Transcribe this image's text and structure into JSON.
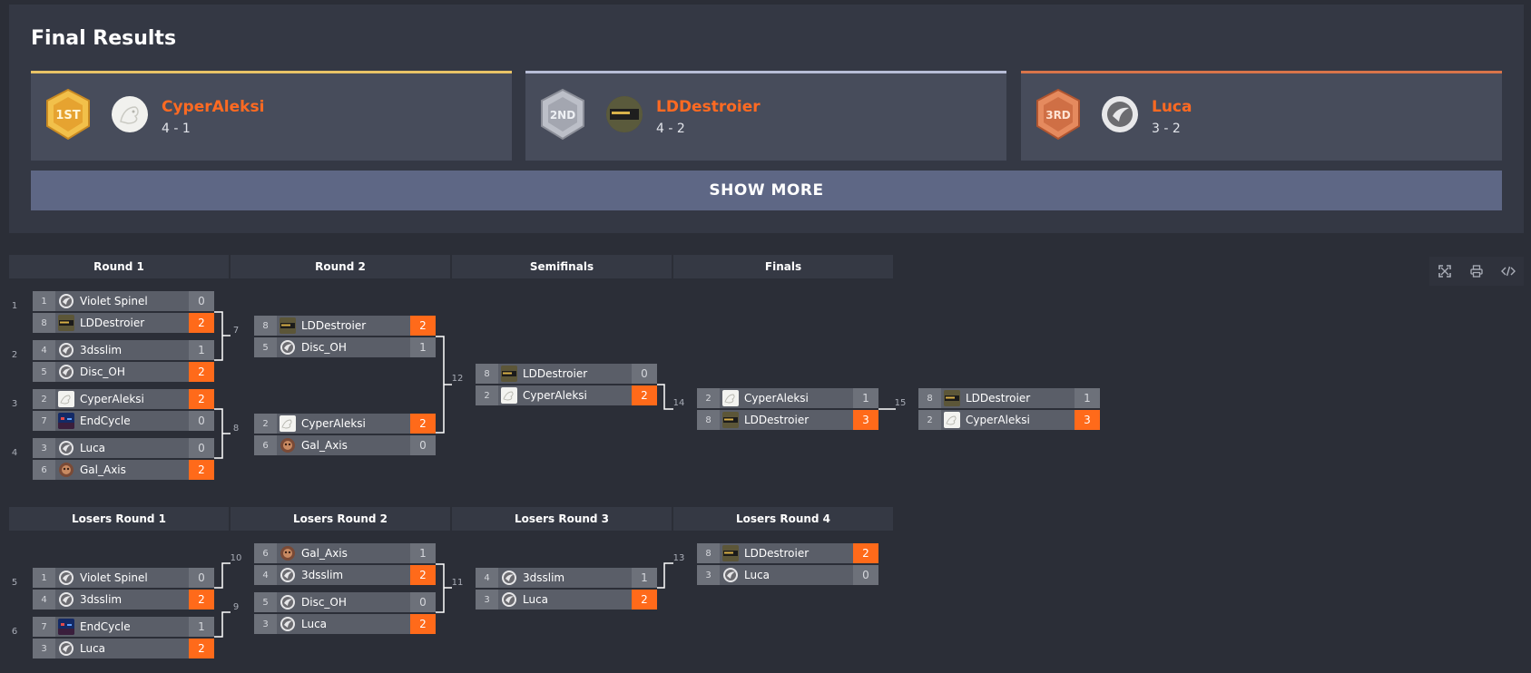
{
  "results": {
    "title": "Final Results",
    "places": [
      {
        "medal": "1ST",
        "name": "CyperAleksi",
        "score": "4 - 1",
        "accent": "#e9c366",
        "medal_color": "#e7a93a"
      },
      {
        "medal": "2ND",
        "name": "LDDestroier",
        "score": "4 - 2",
        "accent": "#b7bdd6",
        "medal_color": "#a8acb8"
      },
      {
        "medal": "3RD",
        "name": "Luca",
        "score": "3 - 2",
        "accent": "#d9744a",
        "medal_color": "#d9744a"
      }
    ],
    "show_more": "SHOW MORE"
  },
  "rounds": [
    "Round 1",
    "Round 2",
    "Semifinals",
    "Finals"
  ],
  "losers_rounds": [
    "Losers Round 1",
    "Losers Round 2",
    "Losers Round 3",
    "Losers Round 4"
  ],
  "matches": [
    {
      "num": "1",
      "top": {
        "seed": "1",
        "name": "Violet Spinel",
        "score": "0",
        "win": false,
        "icon": "circle-logo"
      },
      "bot": {
        "seed": "8",
        "name": "LDDestroier",
        "score": "2",
        "win": true,
        "icon": "ldd-logo"
      }
    },
    {
      "num": "2",
      "top": {
        "seed": "4",
        "name": "3dsslim",
        "score": "1",
        "win": false,
        "icon": "circle-logo"
      },
      "bot": {
        "seed": "5",
        "name": "Disc_OH",
        "score": "2",
        "win": true,
        "icon": "circle-logo"
      }
    },
    {
      "num": "3",
      "top": {
        "seed": "2",
        "name": "CyperAleksi",
        "score": "2",
        "win": true,
        "icon": "cyper-logo"
      },
      "bot": {
        "seed": "7",
        "name": "EndCycle",
        "score": "0",
        "win": false,
        "icon": "endcycle-logo"
      }
    },
    {
      "num": "4",
      "top": {
        "seed": "3",
        "name": "Luca",
        "score": "0",
        "win": false,
        "icon": "circle-logo"
      },
      "bot": {
        "seed": "6",
        "name": "Gal_Axis",
        "score": "2",
        "win": true,
        "icon": "gal-logo"
      }
    },
    {
      "num": "7",
      "top": {
        "seed": "8",
        "name": "LDDestroier",
        "score": "2",
        "win": true,
        "icon": "ldd-logo"
      },
      "bot": {
        "seed": "5",
        "name": "Disc_OH",
        "score": "1",
        "win": false,
        "icon": "circle-logo"
      }
    },
    {
      "num": "8",
      "top": {
        "seed": "2",
        "name": "CyperAleksi",
        "score": "2",
        "win": true,
        "icon": "cyper-logo"
      },
      "bot": {
        "seed": "6",
        "name": "Gal_Axis",
        "score": "0",
        "win": false,
        "icon": "gal-logo"
      }
    },
    {
      "num": "12",
      "top": {
        "seed": "8",
        "name": "LDDestroier",
        "score": "0",
        "win": false,
        "icon": "ldd-logo"
      },
      "bot": {
        "seed": "2",
        "name": "CyperAleksi",
        "score": "2",
        "win": true,
        "icon": "cyper-logo"
      }
    },
    {
      "num": "14",
      "top": {
        "seed": "2",
        "name": "CyperAleksi",
        "score": "1",
        "win": false,
        "icon": "cyper-logo"
      },
      "bot": {
        "seed": "8",
        "name": "LDDestroier",
        "score": "3",
        "win": true,
        "icon": "ldd-logo"
      }
    },
    {
      "num": "15",
      "top": {
        "seed": "8",
        "name": "LDDestroier",
        "score": "1",
        "win": false,
        "icon": "ldd-logo"
      },
      "bot": {
        "seed": "2",
        "name": "CyperAleksi",
        "score": "3",
        "win": true,
        "icon": "cyper-logo"
      }
    },
    {
      "num": "5",
      "top": {
        "seed": "1",
        "name": "Violet Spinel",
        "score": "0",
        "win": false,
        "icon": "circle-logo"
      },
      "bot": {
        "seed": "4",
        "name": "3dsslim",
        "score": "2",
        "win": true,
        "icon": "circle-logo"
      }
    },
    {
      "num": "6",
      "top": {
        "seed": "7",
        "name": "EndCycle",
        "score": "1",
        "win": false,
        "icon": "endcycle-logo"
      },
      "bot": {
        "seed": "3",
        "name": "Luca",
        "score": "2",
        "win": true,
        "icon": "circle-logo"
      }
    },
    {
      "num": "10",
      "top": {
        "seed": "6",
        "name": "Gal_Axis",
        "score": "1",
        "win": false,
        "icon": "gal-logo"
      },
      "bot": {
        "seed": "4",
        "name": "3dsslim",
        "score": "2",
        "win": true,
        "icon": "circle-logo"
      }
    },
    {
      "num": "9",
      "top": {
        "seed": "5",
        "name": "Disc_OH",
        "score": "0",
        "win": false,
        "icon": "circle-logo"
      },
      "bot": {
        "seed": "3",
        "name": "Luca",
        "score": "2",
        "win": true,
        "icon": "circle-logo"
      }
    },
    {
      "num": "11",
      "top": {
        "seed": "4",
        "name": "3dsslim",
        "score": "1",
        "win": false,
        "icon": "circle-logo"
      },
      "bot": {
        "seed": "3",
        "name": "Luca",
        "score": "2",
        "win": true,
        "icon": "circle-logo"
      }
    },
    {
      "num": "13",
      "top": {
        "seed": "8",
        "name": "LDDestroier",
        "score": "2",
        "win": true,
        "icon": "ldd-logo"
      },
      "bot": {
        "seed": "3",
        "name": "Luca",
        "score": "0",
        "win": false,
        "icon": "circle-logo"
      }
    }
  ],
  "toolbar": {
    "icons": [
      "fullscreen-icon",
      "print-icon",
      "embed-code-icon"
    ]
  },
  "colors": {
    "accent": "#ff6a1a",
    "panel": "#343844",
    "card": "#474c5b",
    "button": "#5e6785"
  }
}
